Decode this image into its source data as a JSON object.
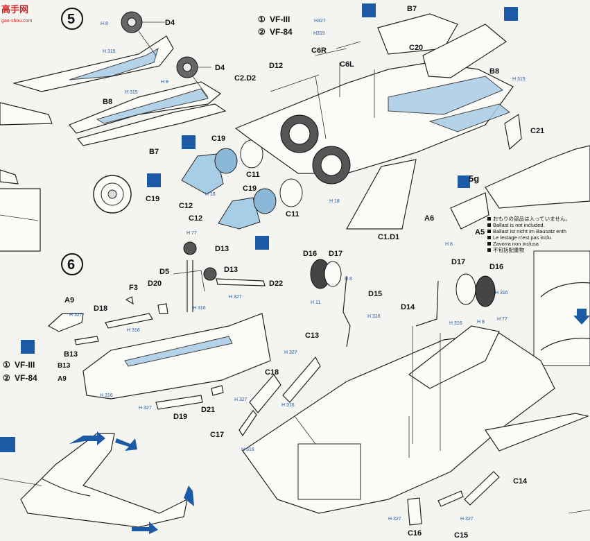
{
  "watermark": {
    "title": "高手网",
    "subtitle": "gao-shou.com"
  },
  "steps": [
    "5",
    "6"
  ],
  "versions": {
    "top": [
      {
        "num": "①",
        "name": "VF-III",
        "paint": "H327"
      },
      {
        "num": "②",
        "name": "VF-84",
        "paint": "H315"
      }
    ],
    "left": [
      {
        "num": "①",
        "name": "VF-III",
        "part": "B13"
      },
      {
        "num": "②",
        "name": "VF-84",
        "part": "A9"
      }
    ]
  },
  "parts": {
    "d4a": "D4",
    "d4b": "D4",
    "b8a": "B8",
    "b7a": "B7",
    "b7b": "B7",
    "b8b": "B8",
    "c20": "C20",
    "c21": "C21",
    "c6r": "C6R",
    "c6l": "C6L",
    "d12": "D12",
    "c2d2": "C2.D2",
    "c19a": "C19",
    "c19b": "C19",
    "c19c": "C19",
    "c11a": "C11",
    "c11b": "C11",
    "c12a": "C12",
    "c12b": "C12",
    "c1d1": "C1.D1",
    "weight": "5g",
    "a6": "A6",
    "a5": "A5",
    "d13a": "D13",
    "d13b": "D13",
    "d5": "D5",
    "d22": "D22",
    "f3": "F3",
    "d20": "D20",
    "a9": "A9",
    "d18": "D18",
    "b13": "B13",
    "d19": "D19",
    "d21": "D21",
    "d16a": "D16",
    "d17a": "D17",
    "d15": "D15",
    "d17b": "D17",
    "d16b": "D16",
    "d14": "D14",
    "c13": "C13",
    "c18": "C18",
    "c17": "C17",
    "c14": "C14",
    "c16": "C16",
    "c15": "C15"
  },
  "paint_codes": {
    "h8": "H 8",
    "h315": "H 315",
    "h316": "H 316",
    "h327": "H 327",
    "h77": "H 77",
    "h11": "H 11",
    "h16": "H 16",
    "h18": "H 18"
  },
  "ballast_note": [
    "おもりの部品は入っていません。",
    "Ballast is not included.",
    "Ballast ist nicht im Bausatz enth",
    "Le lestage n'est pas inclu.",
    "Zavorra non inclusa",
    "不包括配重物"
  ],
  "colors": {
    "blue": "#a8cde6",
    "navy": "#1c5aa6",
    "ink": "#222222"
  }
}
